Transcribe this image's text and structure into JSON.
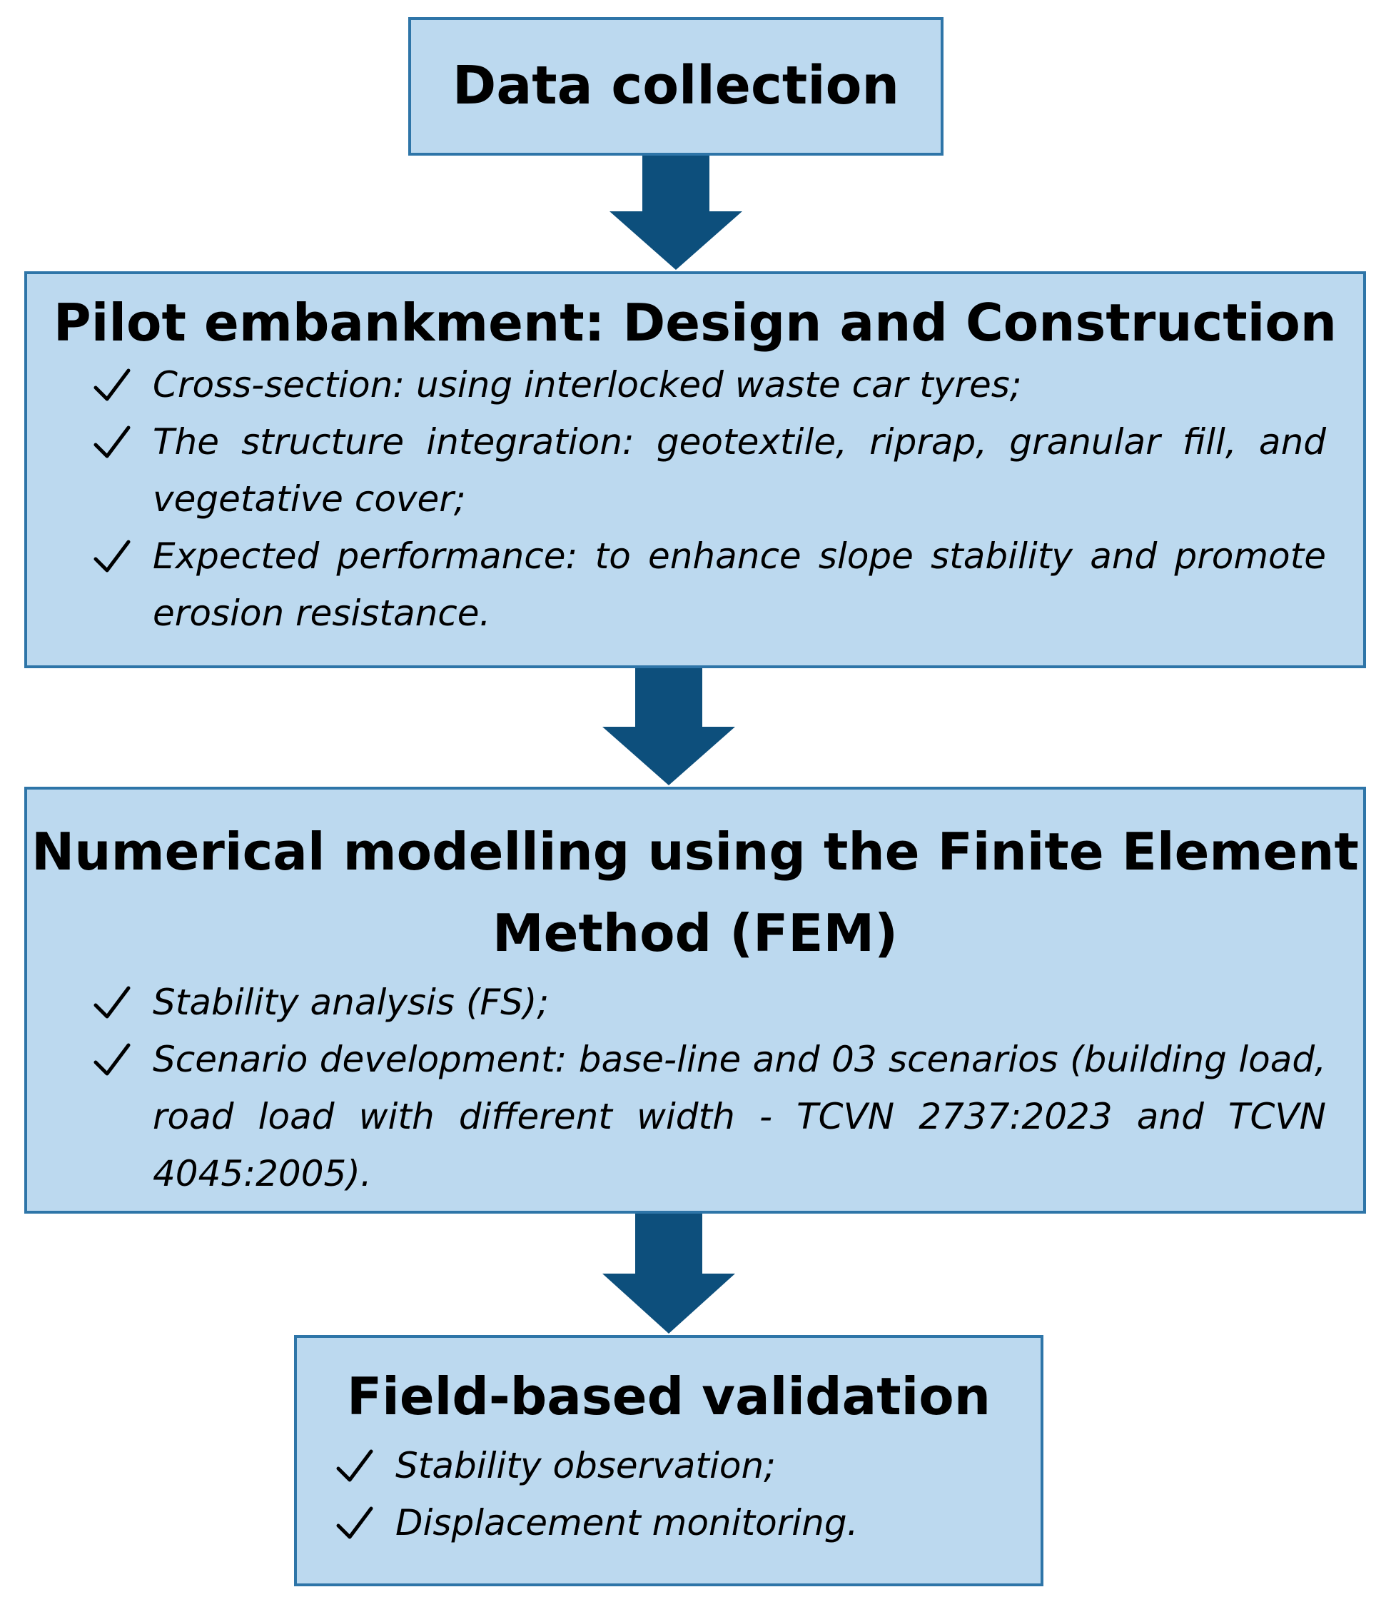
{
  "colors": {
    "box_fill": "#bcd9ef",
    "box_border": "#2e75a8",
    "arrow": "#0d4f7c",
    "text": "#000000"
  },
  "icons": {
    "bullet": "check-icon",
    "connector": "arrow-down-icon"
  },
  "steps": [
    {
      "title": "Data collection",
      "items": []
    },
    {
      "title": "Pilot embankment: Design and Construction",
      "items": [
        "Cross-section: using interlocked waste car tyres;",
        "The structure integration: geotextile, riprap, granular fill, and vegetative cover;",
        "Expected performance: to enhance slope stability and promote erosion resistance."
      ]
    },
    {
      "title": "Numerical modelling using the Finite Element Method (FEM)",
      "items": [
        "Stability analysis (FS);",
        "Scenario development: base-line and 03 scenarios (building load, road load with different width - TCVN 2737:2023 and TCVN 4045:2005)."
      ]
    },
    {
      "title": "Field-based validation",
      "items": [
        "Stability observation;",
        "Displacement monitoring."
      ]
    }
  ]
}
